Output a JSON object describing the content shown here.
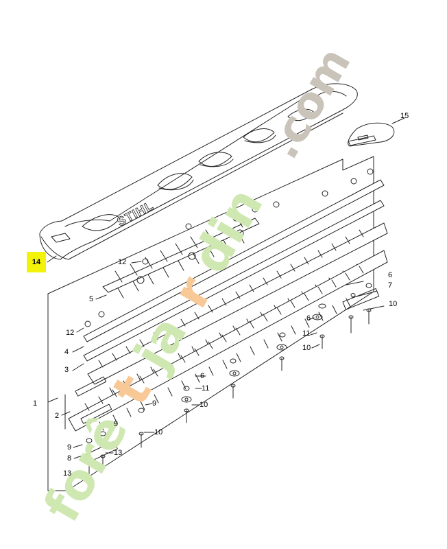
{
  "brand": {
    "logo_text": "STIHL"
  },
  "watermark": {
    "segments": [
      "forê",
      "t",
      "ja",
      "r",
      "din",
      ".com"
    ],
    "colors": {
      "green": "#cfe8b2",
      "orange": "#f8c896",
      "grey": "#c9c3ba"
    }
  },
  "colors": {
    "line": "#222222",
    "highlight": "#f2f20a",
    "background": "#ffffff"
  },
  "callouts": [
    {
      "id": "c14",
      "label": "14",
      "highlighted": true
    },
    {
      "id": "c15",
      "label": "15"
    },
    {
      "id": "c12a",
      "label": "12"
    },
    {
      "id": "c5",
      "label": "5"
    },
    {
      "id": "c12b",
      "label": "12"
    },
    {
      "id": "c4",
      "label": "4"
    },
    {
      "id": "c3",
      "label": "3"
    },
    {
      "id": "c1",
      "label": "1"
    },
    {
      "id": "c2",
      "label": "2"
    },
    {
      "id": "c6a",
      "label": "6"
    },
    {
      "id": "c7",
      "label": "7"
    },
    {
      "id": "c10a",
      "label": "10"
    },
    {
      "id": "c6b",
      "label": "6"
    },
    {
      "id": "c11a",
      "label": "11"
    },
    {
      "id": "c10b",
      "label": "10"
    },
    {
      "id": "c6c",
      "label": "6"
    },
    {
      "id": "c11b",
      "label": "11"
    },
    {
      "id": "c9a",
      "label": "9"
    },
    {
      "id": "c10c",
      "label": "10"
    },
    {
      "id": "c9b",
      "label": "9"
    },
    {
      "id": "c10d",
      "label": "10"
    },
    {
      "id": "c9c",
      "label": "9"
    },
    {
      "id": "c8",
      "label": "8"
    },
    {
      "id": "c13a",
      "label": "13"
    },
    {
      "id": "c13b",
      "label": "13"
    }
  ]
}
